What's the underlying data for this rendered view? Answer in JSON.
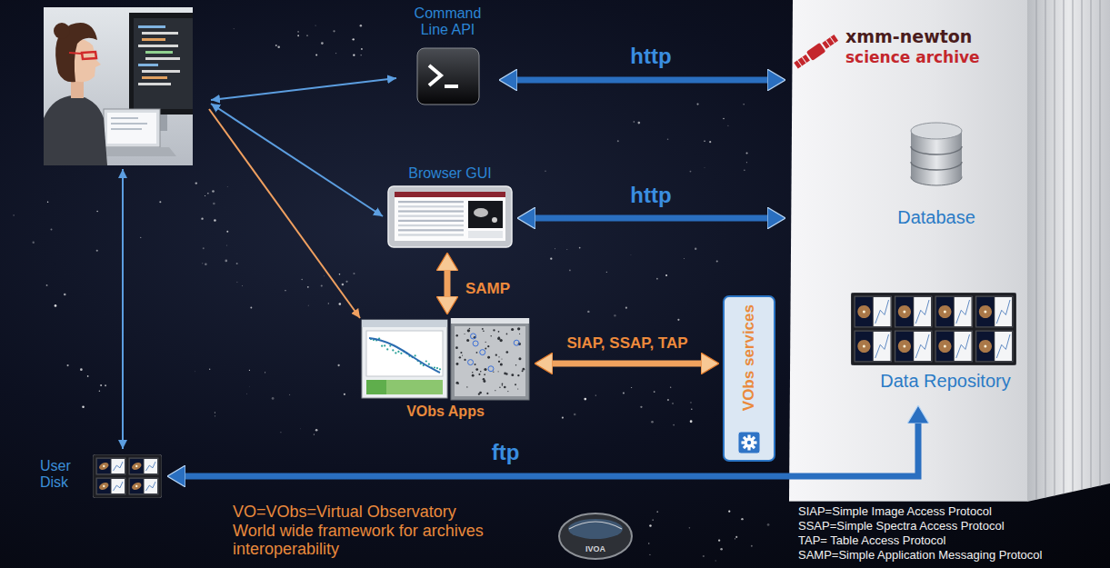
{
  "diagram": {
    "nodes": [
      {
        "text": [
          "Command Line API"
        ]
      },
      {
        "text": [
          "Browser GUI"
        ]
      },
      {
        "text": [
          "VObs Apps"
        ]
      },
      {
        "text": [
          "User Disk"
        ]
      },
      {
        "text": [
          "xmm-newton",
          "science archive"
        ]
      },
      {
        "text": [
          "Database"
        ],
        "in": 4
      },
      {
        "text": [
          "VObs services"
        ],
        "in": 4
      },
      {
        "text": [
          "Data Repository"
        ],
        "in": 4
      }
    ],
    "edges": [
      {
        "from": 0,
        "to": 4,
        "label": "http",
        "arrow": "both"
      },
      {
        "from": 1,
        "to": 4,
        "label": "http",
        "arrow": "both"
      },
      {
        "from": 1,
        "to": 2,
        "label": "SAMP",
        "arrow": "both"
      },
      {
        "from": 2,
        "to": 6,
        "label": "SIAP, SSAP, TAP",
        "arrow": "both"
      },
      {
        "from": 7,
        "to": 3,
        "label": "ftp",
        "arrow": "both"
      }
    ],
    "labels": [
      "VO=VObs=Virtual Observatory World wide framework for archives interoperability",
      "IVOA",
      "SIAP=Simple Image Access Protocol",
      "SSAP=Simple Spectra Access Protocol",
      "TAP= Table Access Protocol",
      "SAMP=Simple Application Messaging Protocol"
    ]
  }
}
